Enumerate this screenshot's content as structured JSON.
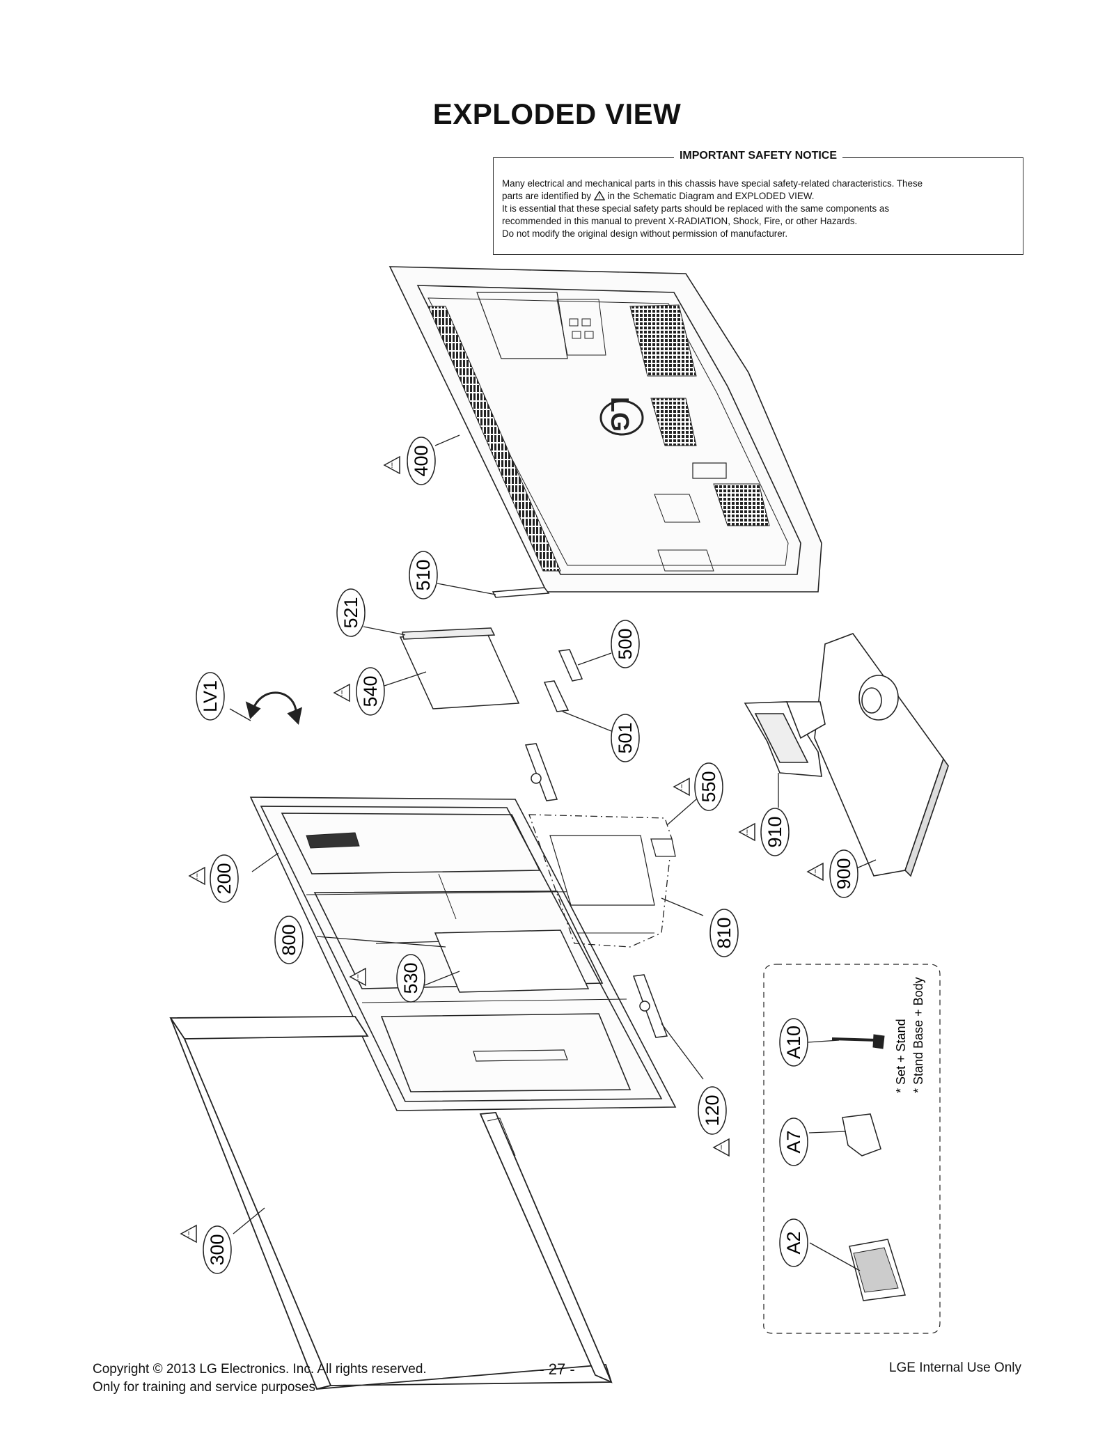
{
  "title": "EXPLODED VIEW",
  "notice": {
    "heading": "IMPORTANT SAFETY NOTICE",
    "line1": "Many electrical and mechanical parts in this chassis have special safety-related characteristics. These",
    "line2a": "parts are identified by",
    "line2b": "in the Schematic Diagram and EXPLODED VIEW.",
    "line3": "It is essential that these special safety parts should be replaced with the same components as",
    "line4": "recommended in this manual to prevent X-RADIATION, Shock, Fire, or other Hazards.",
    "line5": "Do not modify the original design without permission of manufacturer."
  },
  "parts": {
    "p400": "400",
    "p510": "510",
    "p521": "521",
    "p500": "500",
    "p540": "540",
    "lv1": "LV1",
    "p501": "501",
    "p550": "550",
    "p910": "910",
    "p900": "900",
    "p200": "200",
    "p810": "810",
    "p800": "800",
    "p530": "530",
    "p120": "120",
    "p300": "300",
    "a10": "A10",
    "a7": "A7",
    "a2": "A2"
  },
  "notes": {
    "set_stand": "* Set + Stand",
    "stand_base_body": "* Stand Base + Body"
  },
  "footer": {
    "copyright": "Copyright © 2013 LG Electronics. Inc. All rights reserved.",
    "training": "Only for training and service purposes",
    "page_number": "- 27 -",
    "internal": "LGE Internal Use Only"
  },
  "logo_text": "LG"
}
